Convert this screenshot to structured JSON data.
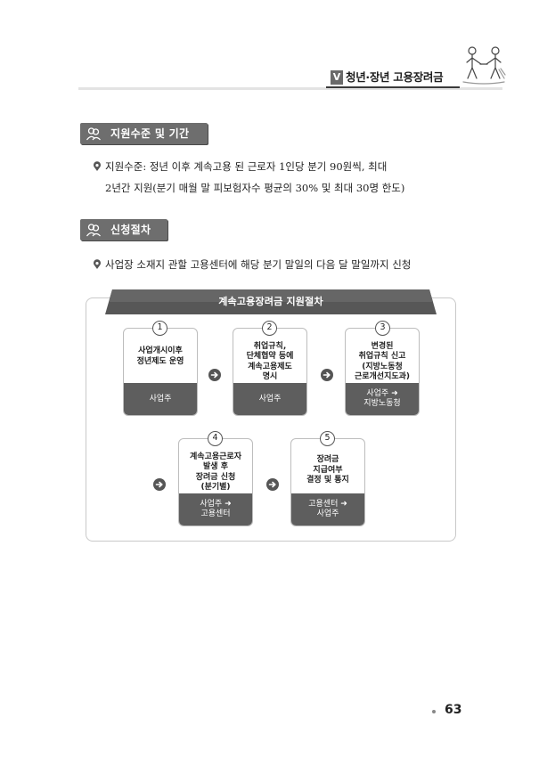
{
  "header": {
    "chapter_badge": "V",
    "chapter_title": "청년·장년 고용장려금"
  },
  "section1": {
    "heading": "지원수준 및 기간",
    "line1": "지원수준:  정년  이후  계속고용  된  근로자  1인당  분기  90원씩,  최대",
    "line2": "2년간  지원(분기  매월  말    피보험자수  평균의  30%  및  최대  30명  한도)"
  },
  "section2": {
    "heading": "신청절차",
    "line1": "사업장  소재지  관할  고용센터에  해당  분기  말일의  다음  달  말일까지  신청"
  },
  "diagram": {
    "title": "계속고용장려금  지원절차",
    "steps": [
      {
        "num": "1",
        "desc": [
          "사업개시이후",
          "정년제도 운영"
        ],
        "actor": [
          "사업주"
        ]
      },
      {
        "num": "2",
        "desc": [
          "취업규칙,",
          "단체협약 등에",
          "계속고용제도",
          "명시"
        ],
        "actor": [
          "사업주"
        ]
      },
      {
        "num": "3",
        "desc": [
          "변경된",
          "취업규칙 신고",
          "(지방노동청",
          "근로개선지도과)"
        ],
        "actor": [
          "사업주 ➜",
          "지방노동청"
        ]
      },
      {
        "num": "4",
        "desc": [
          "계속고용근로자",
          "발생 후",
          "장려금 신청",
          "(분기별)"
        ],
        "actor": [
          "사업주 ➜",
          "고용센터"
        ]
      },
      {
        "num": "5",
        "desc": [
          "장려금",
          "지급여부",
          "결정 및 통지"
        ],
        "actor": [
          "고용센터 ➜",
          "사업주"
        ]
      }
    ]
  },
  "footer": {
    "page_number": "63"
  },
  "colors": {
    "tag_bg": "#6e6e6e",
    "card_bottom": "#5e5e5e",
    "banner": "#575757"
  }
}
